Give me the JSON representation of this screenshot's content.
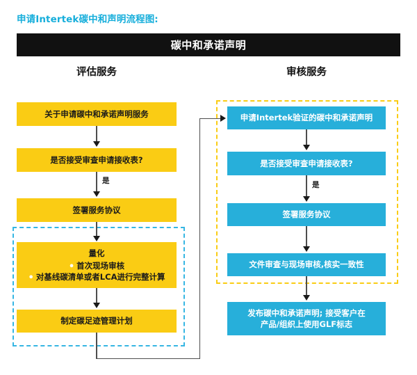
{
  "title": "申请Intertek碳中和声明流程图:",
  "header": {
    "label": "碳中和承诺声明",
    "bg_color": "#111111",
    "text_color": "#ffffff"
  },
  "colors": {
    "title_accent": "#16AEDB",
    "assessment_node": "#FACC14",
    "audit_node": "#27AFDA",
    "assessment_frame": "#35B6E3",
    "audit_frame": "#FACC14",
    "connector": "#4d4d4d"
  },
  "columns": [
    {
      "id": "assessment",
      "heading": "评估服务"
    },
    {
      "id": "audit",
      "heading": "审核服务"
    }
  ],
  "assessment": {
    "nodes": [
      {
        "id": "a1",
        "label": "关于申请碳中和承诺声明服务"
      },
      {
        "id": "a2",
        "label": "是否接受审查申请接收表?"
      },
      {
        "id": "a3",
        "label": "签署服务协议"
      },
      {
        "id": "a4",
        "label": "量化",
        "bullets": [
          "首次现场审核",
          "对基线碳清单或者LCA进行完整计算"
        ]
      },
      {
        "id": "a5",
        "label": "制定碳足迹管理计划"
      }
    ],
    "edge_labels": [
      {
        "id": "a2-a3",
        "label": "是"
      }
    ]
  },
  "audit": {
    "nodes": [
      {
        "id": "b1",
        "label": "申请Intertek验证的碳中和承诺声明"
      },
      {
        "id": "b2",
        "label": "是否接受审查申请接收表?"
      },
      {
        "id": "b3",
        "label": "签署服务协议"
      },
      {
        "id": "b4",
        "label": "文件审查与现场审核,核实一致性"
      },
      {
        "id": "b5",
        "label": "发布碳中和承诺声明; 接受客户在\n产品/组织上使用GLF标志",
        "line1": "发布碳中和承诺声明; 接受客户在",
        "line2": "产品/组织上使用GLF标志"
      }
    ],
    "edge_labels": [
      {
        "id": "b2-b3",
        "label": "是"
      }
    ]
  }
}
